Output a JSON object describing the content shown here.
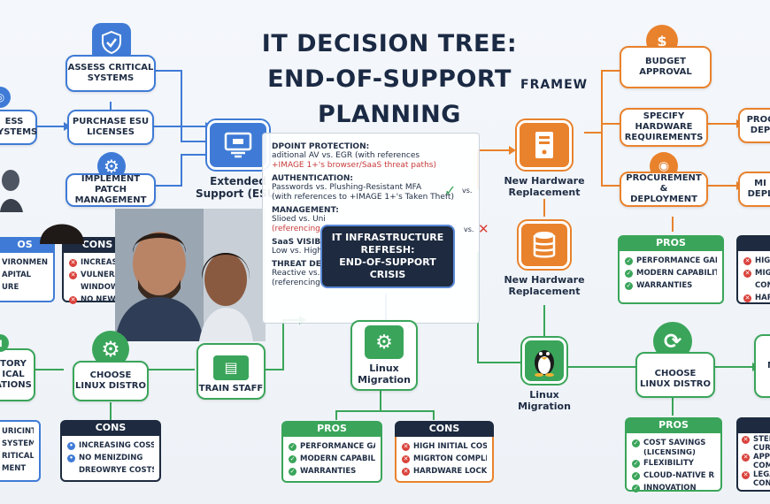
{
  "title": {
    "line1": "IT DECISION TREE:",
    "line2": "END-OF-SUPPORT",
    "line3": "PLANNING"
  },
  "framework_label": "FRAMEW",
  "crisis": {
    "line1": "IT INFRASTRUCTURE",
    "line2": "REFRESH:",
    "line3": "END-OF-SUPPORT",
    "line4": "CRISIS"
  },
  "left": {
    "assess_critical": {
      "line1": "ASSESS CRITICAL",
      "line2": "SYSTEMS"
    },
    "assess_partial": {
      "line1": "ESS",
      "line2": "SYSTEMS"
    },
    "purchase_esu": {
      "line1": "PURCHASE ESU",
      "line2": "LICENSES"
    },
    "implement_patch": {
      "line1": "IMPLEMENT PATCH",
      "line2": "MANAGEMENT"
    },
    "extended_support": {
      "line1": "Extended",
      "line2": "Support (ESU)"
    },
    "pros_top": {
      "title": "OS",
      "items": [
        "VIRONMENT",
        "APITAL",
        "URE"
      ]
    },
    "cons_top": {
      "title": "CONS",
      "items": [
        "INCREASING",
        "VULNERABILITY",
        "WINDOWS",
        "NO NEW FE"
      ]
    },
    "inventory_partial": {
      "line1": "TORY",
      "line2": "ICAL",
      "line3": "ATIONS"
    },
    "choose_distro": {
      "line1": "CHOOSE",
      "line2": "LINUX DISTRO"
    },
    "train_staff": "TRAIN STAFF",
    "pros_bottom": {
      "items": [
        "URICINT",
        "SYSTEMS",
        "RITICAL",
        "MENT"
      ]
    },
    "cons_bottom": {
      "title": "CONS",
      "items": [
        "INCREASING COSSINS",
        "NO MENIZDING",
        "DREOWRYE COSTS"
      ]
    }
  },
  "panel": {
    "endpoint": {
      "head": "DPOINT PROTECTION:",
      "l1": "aditional AV vs. EGR (with references",
      "l2": "+IMAGE 1+'s browser/SaaS threat paths)"
    },
    "auth": {
      "head": "AUTHENTICATION:",
      "l1": "Passwords vs. Plushing-Resistant MFA",
      "l2": "(with references to +IMAGE 1+'s Taken Theft)"
    },
    "mgmt": {
      "head": "MANAGEMENT:",
      "l1": "Slioed vs. Uni",
      "l2": "(referencing +IMA"
    },
    "saas": {
      "head": "SaaS VISIBI",
      "l1": "Low vs. High"
    },
    "threat": {
      "head": "THREAT DETECTION:",
      "l1": "Reactive vs. Proactive",
      "l2": "(referencing +IMAGE U's threat con"
    },
    "vs1": "vs.",
    "vs2": "vs."
  },
  "center": {
    "linux_migration": {
      "line1": "Linux",
      "line2": "Migration"
    },
    "pros": {
      "title": "PROS",
      "items": [
        "PERFORMANCE GAINS",
        "MODERN CAPABILITIES",
        "WARRANTIES"
      ]
    },
    "cons": {
      "title": "CONS",
      "items": [
        "HIGH INITIAL COST",
        "MIGRTON COMPLEXITY",
        "HARDWARE LOCK-IN"
      ]
    }
  },
  "right": {
    "budget": {
      "line1": "BUDGET",
      "line2": "APPROVAL"
    },
    "specify": {
      "line1": "SPECIFY",
      "line2": "HARDWARE",
      "line3": "REQUIREMENTS"
    },
    "procurement": {
      "line1": "PROCUREMENT &",
      "line2": "DEPLOYMENT"
    },
    "proc_partial": {
      "line1": "PROC",
      "line2": "DEP"
    },
    "mi_partial": {
      "line1": "MI",
      "line2": "DEPL"
    },
    "new_hw_1": {
      "line1": "New Hardware",
      "line2": "Replacement"
    },
    "new_hw_2": {
      "line1": "New Hardware",
      "line2": "Replacement"
    },
    "pros_hw": {
      "title": "PROS",
      "items": [
        "PERFORMANCE GAINS",
        "MODERN CAPABILITIES",
        "WARRANTIES"
      ]
    },
    "cons_hw_partial": {
      "items": [
        "HIGH",
        "MIGR",
        "CON",
        "HARI"
      ]
    },
    "linux_migration": {
      "line1": "Linux",
      "line2": "Migration"
    },
    "choose_distro": {
      "line1": "CHOOSE",
      "line2": "LINUX DISTRO"
    },
    "m_partial": "M",
    "pros_linux": {
      "title": "PROS",
      "items": [
        "COST SAVINGS",
        "(LICENSING)",
        "FLEXIBILITY",
        "CLOUD-NATIVE READY",
        "INNOVATION"
      ]
    },
    "cons_linux_partial": {
      "items": [
        "STEE",
        "CURV",
        "APPLI",
        "COM",
        "LEGA",
        "CONC"
      ]
    }
  },
  "colors": {
    "blue": "#3f7bd6",
    "green": "#3aa55a",
    "orange": "#e9822c",
    "navy": "#1d2a3f",
    "red": "#d9413a"
  }
}
